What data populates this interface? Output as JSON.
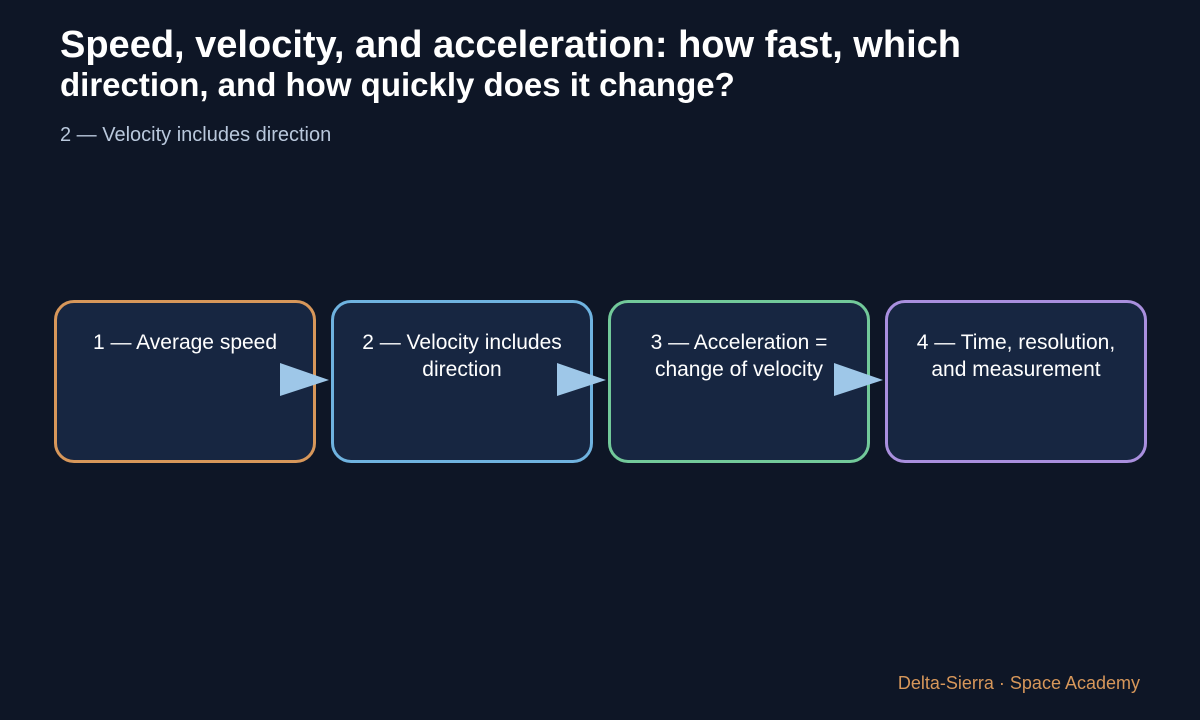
{
  "title": {
    "line1": "Speed, velocity, and acceleration: how fast, which",
    "line2": "direction, and how quickly does it change?"
  },
  "subtitle": "2 — Velocity includes direction",
  "steps": [
    {
      "label": "1 — Average speed",
      "color": "#d7975a"
    },
    {
      "label": "2 — Velocity includes direction",
      "color": "#6fb3e0"
    },
    {
      "label": "3 — Acceleration = change of velocity",
      "color": "#72c99a"
    },
    {
      "label": "4 — Time, resolution, and measurement",
      "color": "#a98fde"
    }
  ],
  "arrow_color": "#9ec7e8",
  "footer": "Delta-Sierra · Space Academy"
}
